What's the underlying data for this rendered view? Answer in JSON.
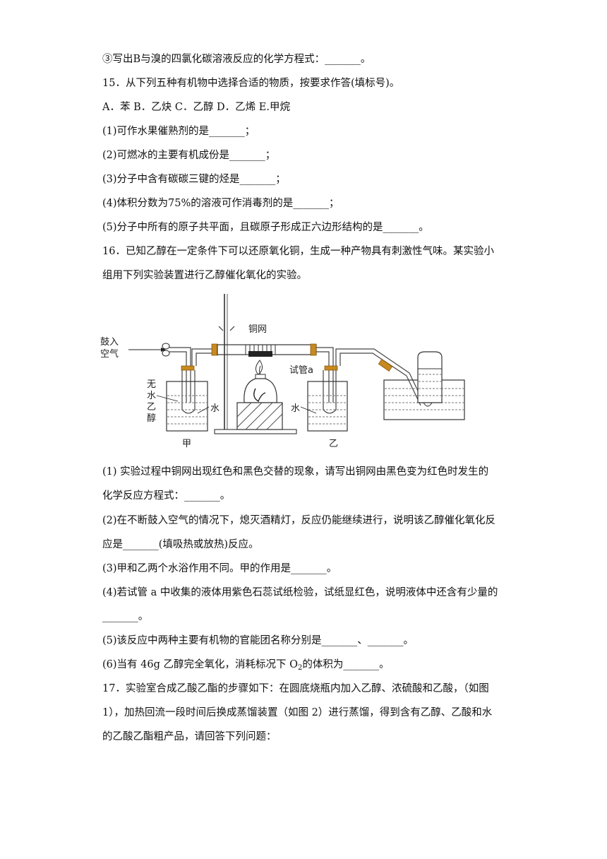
{
  "lines": {
    "l01": "③写出B与溴的四氯化碳溶液反应的化学方程式：_______。",
    "l02": "15．从下列五种有机物中选择合适的物质，按要求作答(填标号)。",
    "l03": "A．苯   B．乙炔   C．乙醇   D．乙烯   E.甲烷",
    "l04": "(1)可作水果催熟剂的是_______；",
    "l05": "(2)可燃冰的主要有机成份是_______；",
    "l06": "(3)分子中含有碳碳三键的烃是_______；",
    "l07": "(4)体积分数为75%的溶液可作消毒剂的是_______；",
    "l08": "(5)分子中所有的原子共平面，且碳原子形成正六边形结构的是_______。",
    "l09": "16．已知乙醇在一定条件下可以还原氧化铜，生成一种产物具有刺激性气味。某实验小",
    "l10": "组用下列实验装置进行乙醇催化氧化的实验。",
    "l11": "(1)  实验过程中铜网出现红色和黑色交替的现象，请写出铜网由黑色变为红色时发生的",
    "l12": "化学反应方程式：_______。",
    "l13": "(2)在不断鼓入空气的情况下，熄灭酒精灯，反应仍能继续进行，说明该乙醇催化氧化反",
    "l14": "应是_______(填吸热或放热)反应。",
    "l15": "(3)甲和乙两个水浴作用不同。甲的作用是_______。",
    "l16": "(4)若试管 a 中收集的液体用紫色石蕊试纸检验，试纸显红色，说明液体中还含有少量的",
    "l17": "_______。",
    "l18": "(5)该反应中两种主要有机物的官能团名称分别是_______、_______。",
    "l19a": "(6)当有 46g 乙醇完全氧化，消耗标况下 O",
    "l19sub": "2",
    "l19b": "的体积为_______。",
    "l20": "17．实验室合成乙酸乙酯的步骤如下：在圆底烧瓶内加入乙醇、浓硫酸和乙酸，（如图",
    "l21": "1），加热回流一段时间后换成蒸馏装置（如图 2）进行蒸馏，得到含有乙醇、乙酸和水",
    "l22": "的乙酸乙酯粗产品，请回答下列问题："
  },
  "figure": {
    "air_in_1": "鼓入",
    "air_in_2": "空气",
    "copper_mesh": "铜网",
    "tube_a": "试管a",
    "ethanol_1": "无",
    "ethanol_2": "水",
    "ethanol_3": "乙",
    "ethanol_4": "醇",
    "water_left": "水",
    "water_right": "水",
    "beaker_jia": "甲",
    "beaker_yi": "乙"
  },
  "colors": {
    "text": "#111111",
    "rubber": "#c8891e",
    "flame": "#333333"
  }
}
